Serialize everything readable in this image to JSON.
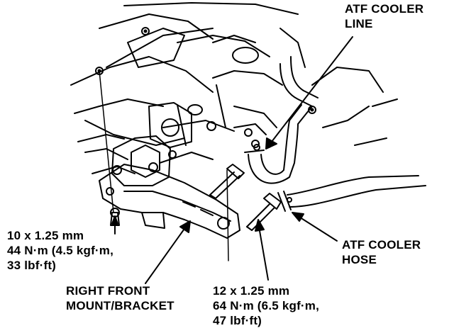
{
  "colors": {
    "ink": "#000000",
    "paper": "#ffffff"
  },
  "labels": {
    "atf_cooler_line": {
      "line1": "ATF COOLER",
      "line2": "LINE"
    },
    "atf_cooler_hose": {
      "line1": "ATF COOLER",
      "line2": "HOSE"
    },
    "bolt_left": {
      "line1": "10 x 1.25 mm",
      "line2": "44 N·m (4.5 kgf·m,",
      "line3": "33 lbf·ft)"
    },
    "mount_bracket": {
      "line1": "RIGHT FRONT",
      "line2": "MOUNT/BRACKET"
    },
    "bolt_right": {
      "line1": "12 x 1.25 mm",
      "line2": "64 N·m (6.5 kgf·m,",
      "line3": "47 lbf·ft)"
    }
  }
}
